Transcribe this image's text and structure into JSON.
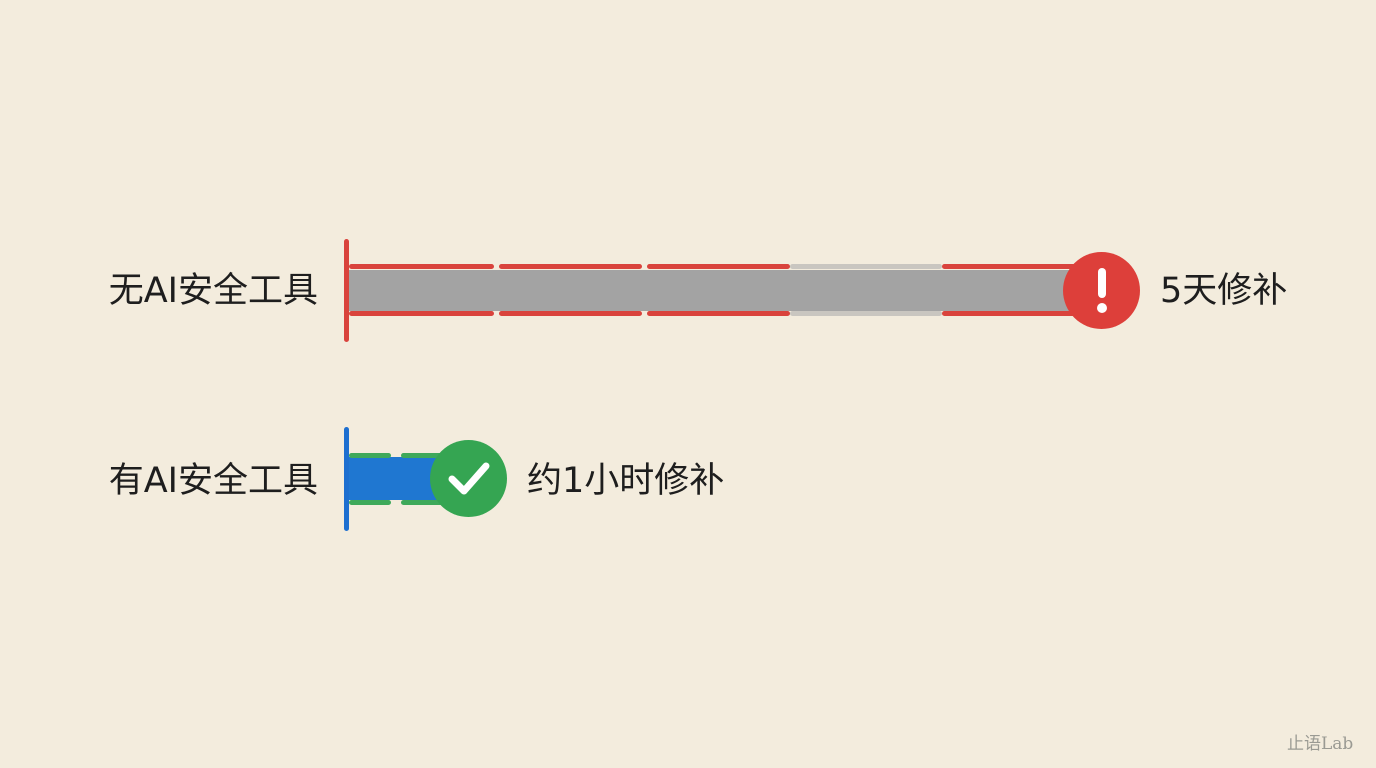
{
  "chart_data": {
    "type": "bar",
    "orientation": "horizontal",
    "categories": [
      "无AI安全工具",
      "有AI安全工具"
    ],
    "value_labels": [
      "5天修补",
      "约1小时修补"
    ],
    "values_hours": [
      120,
      1
    ],
    "status_icons": [
      "exclamation-icon",
      "checkmark-icon"
    ],
    "colors": {
      "without_axis": "#d9433c",
      "without_fill": "#a3a3a3",
      "without_dash": "#d9433c",
      "without_icon": "#dd3f3a",
      "with_axis": "#1d6fd0",
      "with_fill": "#1f77d1",
      "with_dash": "#3ea95a",
      "with_icon": "#35a552",
      "background": "#f3ecdd"
    }
  },
  "watermark": "止语Lab"
}
